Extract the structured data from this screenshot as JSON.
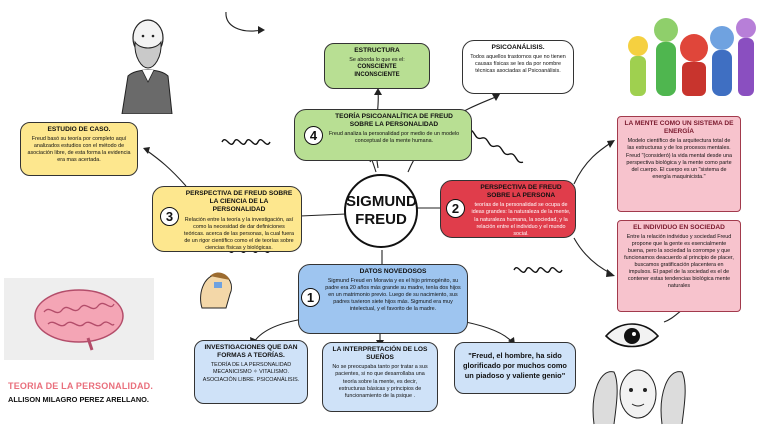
{
  "center": {
    "title_line1": "SIGMUND",
    "title_line2": "FREUD"
  },
  "estructura": {
    "title": "ESTRUCTURA",
    "line1": "Se aborda lo que es el:",
    "line2": "CONSCIENTE",
    "line3": "INCONSCIENTE"
  },
  "psicoanalisis": {
    "title": "PSICOANÁLISIS.",
    "body": "Todos aquellos trastornos que no tienen causas físicas se les da por nombre técnicas asociadas al Psicoanálisis."
  },
  "teoria": {
    "number": "4",
    "title": "TEORÍA PSICOANALÍTICA DE FREUD SOBRE LA PERSONALIDAD",
    "body": "Freud analiza la personalidad por medio de un modelo conceptual de la mente humana."
  },
  "estudio": {
    "title": "ESTUDIO DE CASO.",
    "body": "Freud basó su teoría por completo aquí analizados estudios con el método de asociación libre, de esta forma la evidencia era mas acertada."
  },
  "ciencia": {
    "number": "3",
    "title": "PERSPECTIVA DE FREUD SOBRE LA CIENCIA DE LA PERSONALIDAD",
    "body": "Relación entre la teoría y la investigación, así como la necesidad de dar definiciones teóricas. acerca de las personas, la cual fuera de un rigor científico como el de teorías sobre ciencias físicas y biológicas."
  },
  "persona": {
    "number": "2",
    "title": "PERSPECTIVA DE FREUD SOBRE LA PERSONA",
    "body": "teorías de la personalidad se ocupa de ideas grandes: la naturaleza de la mente, la naturaleza humana, la sociedad, y la relación entre el individuo y el mundo social."
  },
  "mente": {
    "title": "LA MENTE COMO UN SISTEMA DE ENERGÍA",
    "body": "Modelo científico de la arquitectura total de las estructuras y de los procesos mentales. Freud \"(consideró) la vida mental desde una perspectiva biológica y la mente como parte del cuerpo. El cuerpo es un \"sistema de energía maquinicista.\""
  },
  "sociedad": {
    "title": "EL INDIVIDUO EN SOCIEDAD",
    "body": "Entre la relación individuo y sociedad Freud propone que la gente es esencialmente buena, pero la sociedad la corrompe y que funcionamos deacuerdo al principio de placer, buscamos gratificación placentera en impulsos. El papel de la sociedad es el de contener estas tendencias biológica mente naturales"
  },
  "datos": {
    "number": "1",
    "title": "DATOS NOVEDOSOS",
    "body": "Sigmund Freud en Moravia y es el hijo primogénito, su padre era 20 años más grande su madre, tenía dos hijos en un matrimonio previo. Luego de su nacimiento, sus padres tuvieron siete hijos más. Sigmund era muy intelectual, y el favorito de la madre."
  },
  "investigaciones": {
    "title": "INVESTIGACIONES QUE DAN FORMAS A TEORÍAS.",
    "body": "TEORÍA DE LA PERSONALIDAD MECANICISMO ✧ VITALISMO. ASOCIACIÓN LIBRE. PSICOANÁLISIS."
  },
  "suenos": {
    "title": "LA INTERPRETACIÓN DE LOS SUEÑOS",
    "body": "No se preocupaba tanto por tratar a sus pacientes, si no que desarrollaba una teoría sobre la mente, es decir, estructuras básicas y principios de funcionamiento de la psique ."
  },
  "quote": {
    "text": "\"Freud, el hombre, ha sido glorificado por muchos como un piadoso y valiente genio\""
  },
  "footer": {
    "subject": "TEORIA DE LA PERSONALIDAD.",
    "author": "ALLISON MILAGRO PEREZ ARELLANO."
  },
  "colors": {
    "green": "#b8df93",
    "yellow": "#fde78e",
    "red": "#e03d4b",
    "pink": "#f7c3cd",
    "blue": "#9ec5f0",
    "light_blue": "#cfe2f8",
    "footer_red": "#e96f7c"
  }
}
